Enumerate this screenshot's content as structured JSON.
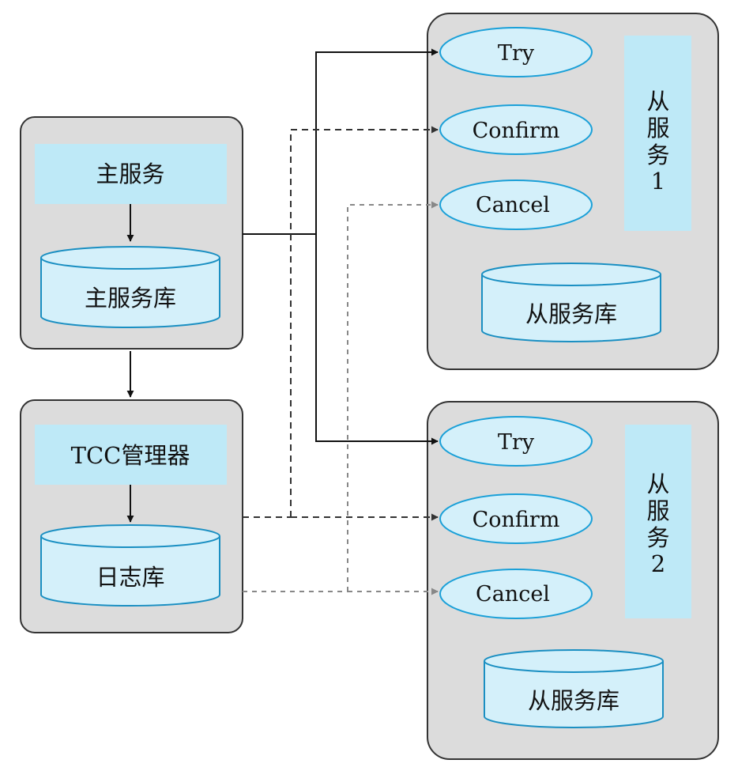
{
  "main_service": {
    "service_label": "主服务",
    "db_label": "主服务库"
  },
  "tcc_manager": {
    "manager_label": "TCC管理器",
    "db_label": "日志库"
  },
  "sub_service_1": {
    "side_label_chars": [
      "从",
      "服",
      "务",
      "1"
    ],
    "try_label": "Try",
    "confirm_label": "Confirm",
    "cancel_label": "Cancel",
    "db_label": "从服务库"
  },
  "sub_service_2": {
    "side_label_chars": [
      "从",
      "服",
      "务",
      "2"
    ],
    "try_label": "Try",
    "confirm_label": "Confirm",
    "cancel_label": "Cancel",
    "db_label": "从服务库"
  },
  "colors": {
    "container_fill": "#dcdcdc",
    "container_stroke": "#333333",
    "label_box_fill": "#bee9f7",
    "ellipse_fill": "#d4f0fa",
    "ellipse_stroke": "#1aa0d8",
    "cylinder_stroke": "#1a8fc2",
    "try_line": "#111111",
    "confirm_line": "#333333",
    "cancel_line": "#888888"
  }
}
